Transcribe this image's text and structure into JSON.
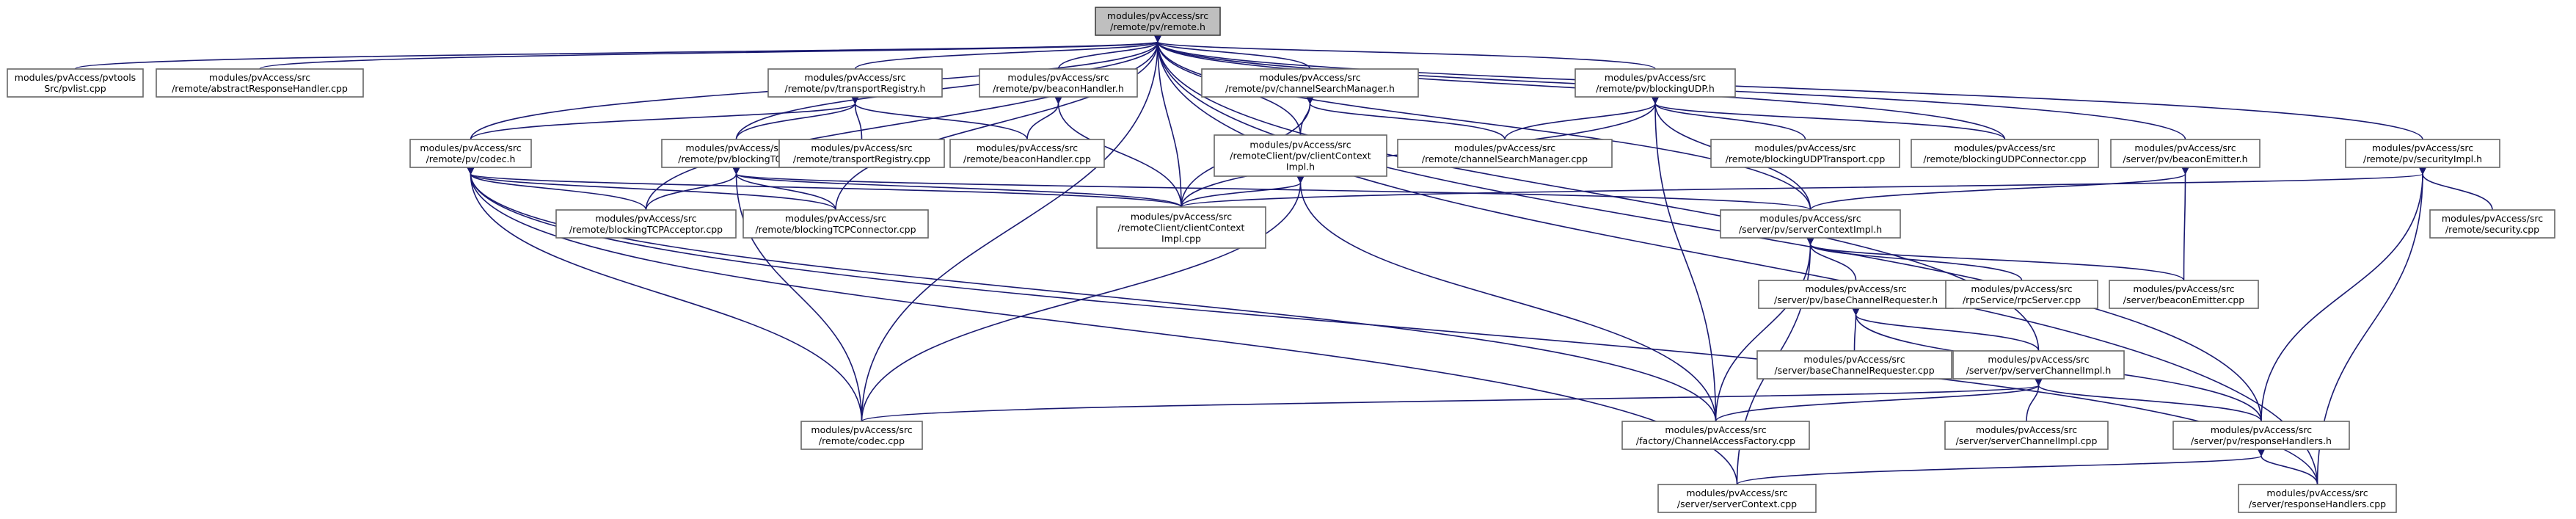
{
  "colors": {
    "edge": "#191970",
    "node_border": "#666666",
    "root_fill": "#bfbfbf",
    "background": "#ffffff"
  },
  "nodes": [
    {
      "id": "remote_h",
      "lines": [
        "modules/pvAccess/src",
        "/remote/pv/remote.h"
      ],
      "root": true
    },
    {
      "id": "pvlist_cpp",
      "lines": [
        "modules/pvAccess/pvtools",
        "Src/pvlist.cpp"
      ]
    },
    {
      "id": "abstractResponseHandler_cpp",
      "lines": [
        "modules/pvAccess/src",
        "/remote/abstractResponseHandler.cpp"
      ]
    },
    {
      "id": "transportRegistry_h",
      "lines": [
        "modules/pvAccess/src",
        "/remote/pv/transportRegistry.h"
      ]
    },
    {
      "id": "beaconHandler_h",
      "lines": [
        "modules/pvAccess/src",
        "/remote/pv/beaconHandler.h"
      ]
    },
    {
      "id": "channelSearchManager_h",
      "lines": [
        "modules/pvAccess/src",
        "/remote/pv/channelSearchManager.h"
      ]
    },
    {
      "id": "blockingUDP_h",
      "lines": [
        "modules/pvAccess/src",
        "/remote/pv/blockingUDP.h"
      ]
    },
    {
      "id": "codec_h",
      "lines": [
        "modules/pvAccess/src",
        "/remote/pv/codec.h"
      ]
    },
    {
      "id": "blockingTCP_h",
      "lines": [
        "modules/pvAccess/src",
        "/remote/pv/blockingTCP.h"
      ]
    },
    {
      "id": "transportRegistry_cpp",
      "lines": [
        "modules/pvAccess/src",
        "/remote/transportRegistry.cpp"
      ]
    },
    {
      "id": "beaconHandler_cpp",
      "lines": [
        "modules/pvAccess/src",
        "/remote/beaconHandler.cpp"
      ]
    },
    {
      "id": "clientContextImpl_h",
      "lines": [
        "modules/pvAccess/src",
        "/remoteClient/pv/clientContext",
        "Impl.h"
      ]
    },
    {
      "id": "channelSearchManager_cpp",
      "lines": [
        "modules/pvAccess/src",
        "/remote/channelSearchManager.cpp"
      ]
    },
    {
      "id": "blockingUDPTransport_cpp",
      "lines": [
        "modules/pvAccess/src",
        "/remote/blockingUDPTransport.cpp"
      ]
    },
    {
      "id": "blockingUDPConnector_cpp",
      "lines": [
        "modules/pvAccess/src",
        "/remote/blockingUDPConnector.cpp"
      ]
    },
    {
      "id": "beaconEmitter_h",
      "lines": [
        "modules/pvAccess/src",
        "/server/pv/beaconEmitter.h"
      ]
    },
    {
      "id": "securityImpl_h",
      "lines": [
        "modules/pvAccess/src",
        "/remote/pv/securityImpl.h"
      ]
    },
    {
      "id": "blockingTCPAcceptor_cpp",
      "lines": [
        "modules/pvAccess/src",
        "/remote/blockingTCPAcceptor.cpp"
      ]
    },
    {
      "id": "blockingTCPConnector_cpp",
      "lines": [
        "modules/pvAccess/src",
        "/remote/blockingTCPConnector.cpp"
      ]
    },
    {
      "id": "clientContextImpl_cpp",
      "lines": [
        "modules/pvAccess/src",
        "/remoteClient/clientContext",
        "Impl.cpp"
      ]
    },
    {
      "id": "serverContextImpl_h",
      "lines": [
        "modules/pvAccess/src",
        "/server/pv/serverContextImpl.h"
      ]
    },
    {
      "id": "security_cpp",
      "lines": [
        "modules/pvAccess/src",
        "/remote/security.cpp"
      ]
    },
    {
      "id": "baseChannelRequester_h",
      "lines": [
        "modules/pvAccess/src",
        "/server/pv/baseChannelRequester.h"
      ]
    },
    {
      "id": "rpcServer_cpp",
      "lines": [
        "modules/pvAccess/src",
        "/rpcService/rpcServer.cpp"
      ]
    },
    {
      "id": "beaconEmitter_cpp",
      "lines": [
        "modules/pvAccess/src",
        "/server/beaconEmitter.cpp"
      ]
    },
    {
      "id": "baseChannelRequester_cpp",
      "lines": [
        "modules/pvAccess/src",
        "/server/baseChannelRequester.cpp"
      ]
    },
    {
      "id": "serverChannelImpl_h",
      "lines": [
        "modules/pvAccess/src",
        "/server/pv/serverChannelImpl.h"
      ]
    },
    {
      "id": "codec_cpp",
      "lines": [
        "modules/pvAccess/src",
        "/remote/codec.cpp"
      ]
    },
    {
      "id": "ChannelAccessFactory_cpp",
      "lines": [
        "modules/pvAccess/src",
        "/factory/ChannelAccessFactory.cpp"
      ]
    },
    {
      "id": "serverChannelImpl_cpp",
      "lines": [
        "modules/pvAccess/src",
        "/server/serverChannelImpl.cpp"
      ]
    },
    {
      "id": "responseHandlers_h",
      "lines": [
        "modules/pvAccess/src",
        "/server/pv/responseHandlers.h"
      ]
    },
    {
      "id": "serverContext_cpp",
      "lines": [
        "modules/pvAccess/src",
        "/server/serverContext.cpp"
      ]
    },
    {
      "id": "responseHandlers_cpp",
      "lines": [
        "modules/pvAccess/src",
        "/server/responseHandlers.cpp"
      ]
    }
  ]
}
